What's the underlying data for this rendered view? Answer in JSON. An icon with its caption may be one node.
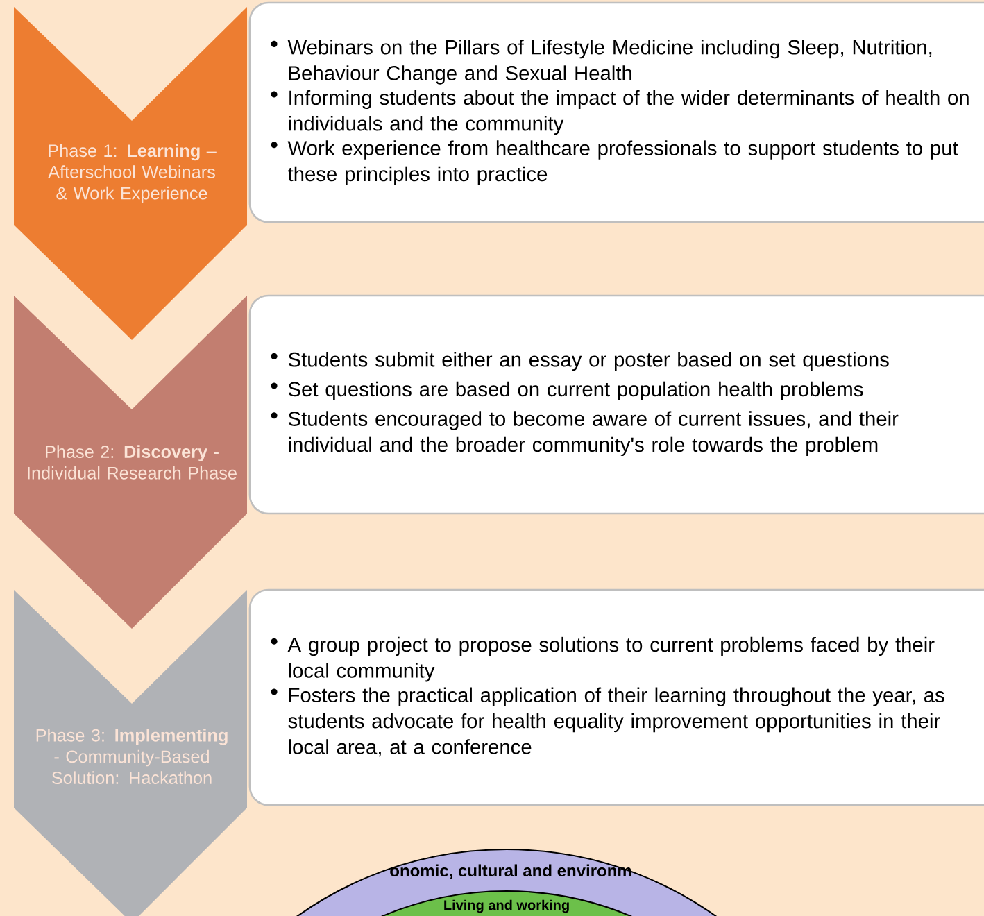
{
  "diagram": {
    "nodes": [
      {
        "text": [
          "Phase 1: **Learning** – Afterschool Webinars & Work Experience"
        ]
      },
      {
        "text": [
          "Webinars on the Pillars of Lifestyle Medicine including Sleep, Nutrition, Behaviour Change and Sexual Health",
          "Informing students about the impact of the wider determinants of health on individuals and the community",
          "Work experience from healthcare professionals to support students to put these principles into practice"
        ]
      },
      {
        "text": [
          "Phase 2: **Discovery** - Individual Research Phase"
        ]
      },
      {
        "text": [
          "Students submit either an essay or poster based on set questions",
          "Set questions are based on current population health problems",
          "Students encouraged to become aware of current issues, and their individual and the broader community's role towards the problem"
        ]
      },
      {
        "text": [
          "Phase 3: **Implementing** - Community-Based Solution: Hackathon"
        ]
      },
      {
        "text": [
          "A group project to propose solutions to current problems faced by their local community",
          "Fosters the practical application of their learning throughout the year, as students advocate for health equality improvement opportunities in their local area, at a conference"
        ]
      }
    ],
    "labels": [
      "onomic, cultural and environm",
      "Living and working"
    ]
  }
}
